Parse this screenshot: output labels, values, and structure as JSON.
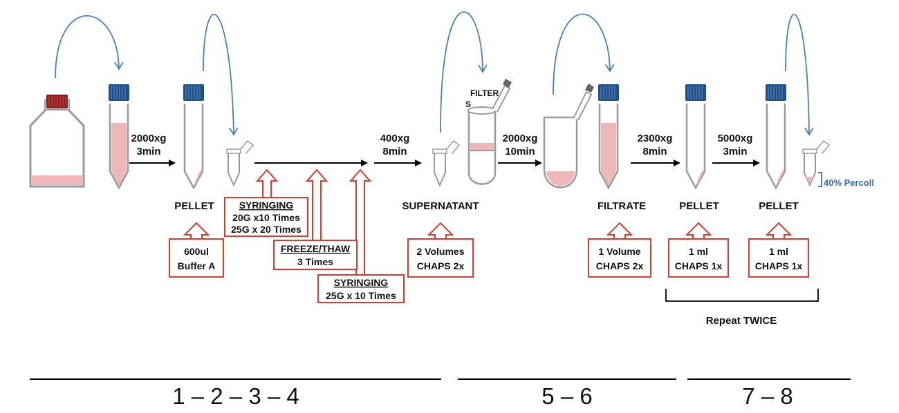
{
  "colors": {
    "red_outline": "#e03a2e",
    "blue_arrow": "#4a7fc0",
    "liquid": "#efb8b8",
    "cap_blue": "#1f4f86",
    "cap_red": "#8b1a1a"
  },
  "spin_steps": [
    {
      "speed": "2000xg",
      "time": "3min"
    },
    {
      "speed": "400xg",
      "time": "8min"
    },
    {
      "speed": "2000xg",
      "time": "10min"
    },
    {
      "speed": "2300xg",
      "time": "8min"
    },
    {
      "speed": "5000xg",
      "time": "3min"
    }
  ],
  "filter_label": [
    "FILTER",
    "S"
  ],
  "stage_labels": {
    "pellet_1": "PELLET",
    "supernatant": "SUPERNATANT",
    "filtrate": "FILTRATE",
    "pellet_2": "PELLET",
    "pellet_3": "PELLET"
  },
  "boxes": {
    "buffer_a": {
      "line1": "600ul",
      "line2": "Buffer A"
    },
    "syringing_1": {
      "title": "SYRINGING",
      "line1": "20G x10 Times",
      "line2": "25G x 20 Times"
    },
    "freeze_thaw": {
      "title": "FREEZE/THAW",
      "line1": "3 Times"
    },
    "syringing_2": {
      "title": "SYRINGING",
      "line1": "25G x 10 Times"
    },
    "chaps_2vol": {
      "line1": "2 Volumes",
      "line2": "CHAPS 2x"
    },
    "chaps_1vol": {
      "line1": "1 Volume",
      "line2": "CHAPS 2x"
    },
    "chaps_1ml_a": {
      "line1": "1 ml",
      "line2": "CHAPS 1x"
    },
    "chaps_1ml_b": {
      "line1": "1 ml",
      "line2": "CHAPS 1x"
    }
  },
  "percoll_label": "40% Percoll",
  "repeat_label": "Repeat TWICE",
  "groups": [
    "1 – 2 – 3 – 4",
    "5 – 6",
    "7 – 8"
  ]
}
